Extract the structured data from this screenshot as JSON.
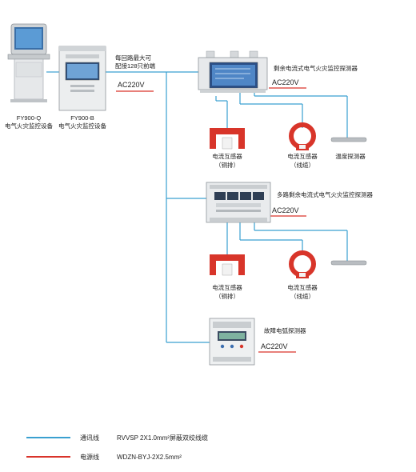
{
  "colors": {
    "comm_line": "#3aa0d0",
    "power_line": "#d9342b",
    "sensor_red": "#d8352a",
    "panel_gray": "#e4e6e8"
  },
  "devices": {
    "fy900q": {
      "model": "FY900-Q",
      "desc": "电气火灾监控设备"
    },
    "fy900b": {
      "model": "FY900-B",
      "desc": "电气火灾监控设备"
    }
  },
  "bus_note": {
    "line1": "每回路最大可",
    "line2": "配接128只前端"
  },
  "ac_labels": [
    "AC220V",
    "AC220V",
    "AC220V",
    "AC220V"
  ],
  "detectors": {
    "residual_single": "剩余电流式电气火灾监控探测器",
    "residual_multi": "多路剩余电流式电气火灾监控探测器",
    "arc": "故障电弧探测器"
  },
  "sensors": {
    "ct_label": "电流互感器",
    "copper": "（铜排）",
    "cable": "（线缆）",
    "temp": "温度探测器"
  },
  "legend": [
    {
      "name": "通讯线",
      "spec": "RVVSP  2X1.0mm²屏蔽双绞线缆",
      "icon": "blue-line-icon"
    },
    {
      "name": "电源线",
      "spec": "WDZN-BYJ-2X2.5mm²",
      "icon": "red-line-icon"
    }
  ]
}
